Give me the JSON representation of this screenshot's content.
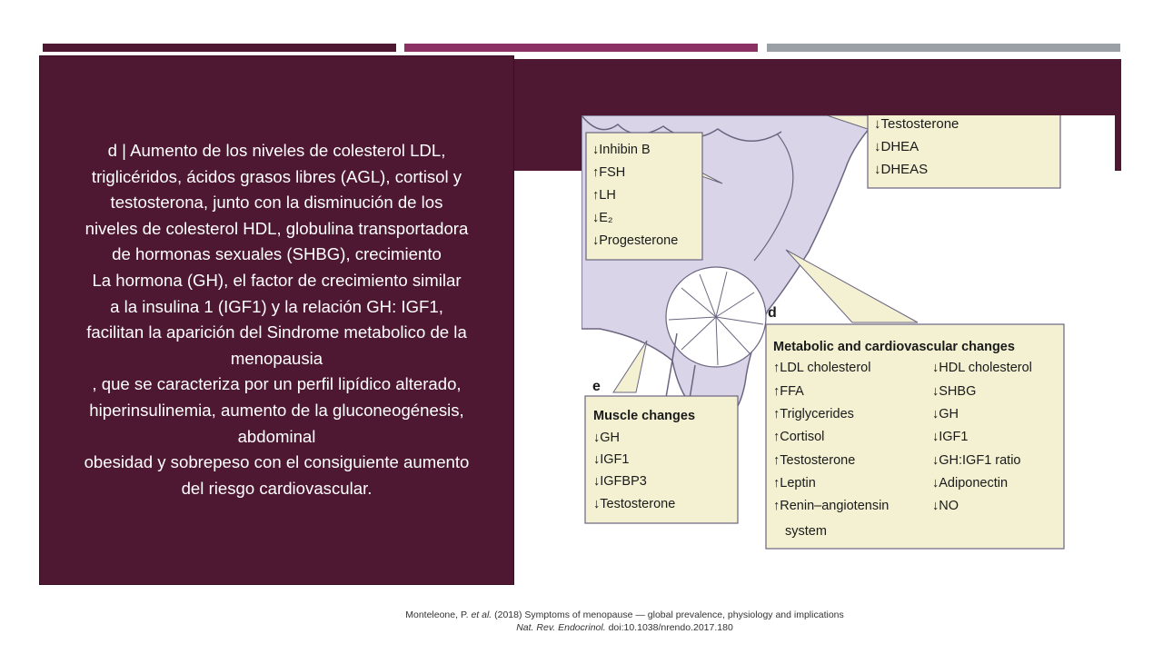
{
  "colors": {
    "accent_dark": "#4e1732",
    "accent_mid": "#8c3164",
    "accent_gray": "#9aa0a6",
    "callout_fill": "#f3f1d2",
    "brain_fill": "#d9d4e8"
  },
  "slide": {
    "body_lines": [
      "d | Aumento de los niveles de colesterol LDL,",
      "triglicéridos, ácidos grasos libres (AGL), cortisol y",
      "testosterona, junto con la disminución de los",
      "niveles de colesterol HDL, globulina transportadora",
      "de hormonas sexuales (SHBG), crecimiento",
      "La hormona (GH), el factor de crecimiento similar",
      "a la insulina 1 (IGF1) y la relación GH: IGF1,",
      "facilitan la aparición del Sindrome metabolico de la",
      "menopausia",
      ", que se caracteriza por un perfil lipídico alterado,",
      "hiperinsulinemia, aumento de la gluconeogénesis,",
      "abdominal",
      "obesidad y sobrepeso con el consiguiente aumento",
      "del riesgo cardiovascular."
    ]
  },
  "figure": {
    "top_box": [
      "↓Testosterone",
      "↓DHEA",
      "↓DHEAS"
    ],
    "ovary_box": [
      "↓Inhibin B",
      "↑FSH",
      "↑LH",
      "↓E₂",
      "↓Progesterone"
    ],
    "label_d": "d",
    "label_e": "e",
    "metabolic": {
      "title": "Metabolic and cardiovascular changes",
      "left": [
        "↑LDL cholesterol",
        "↑FFA",
        "↑Triglycerides",
        "↑Cortisol",
        "↑Testosterone",
        "↑Leptin",
        "↑Renin–angiotensin",
        "system"
      ],
      "right": [
        "↓HDL cholesterol",
        "↓SHBG",
        "↓GH",
        "↓IGF1",
        "↓GH:IGF1 ratio",
        "↓Adiponectin",
        "↓NO"
      ]
    },
    "muscle": {
      "title": "Muscle changes",
      "items": [
        "↓GH",
        "↓IGF1",
        "↓IGFBP3",
        "↓Testosterone"
      ]
    }
  },
  "citation": {
    "authors_prefix": "Monteleone, P. ",
    "et_al": "et al.",
    "rest_line1": " (2018) Symptoms of menopause — global prevalence, physiology and implications",
    "journal": "Nat. Rev. Endocrinol.",
    "doi": " doi:10.1038/nrendo.2017.180"
  }
}
